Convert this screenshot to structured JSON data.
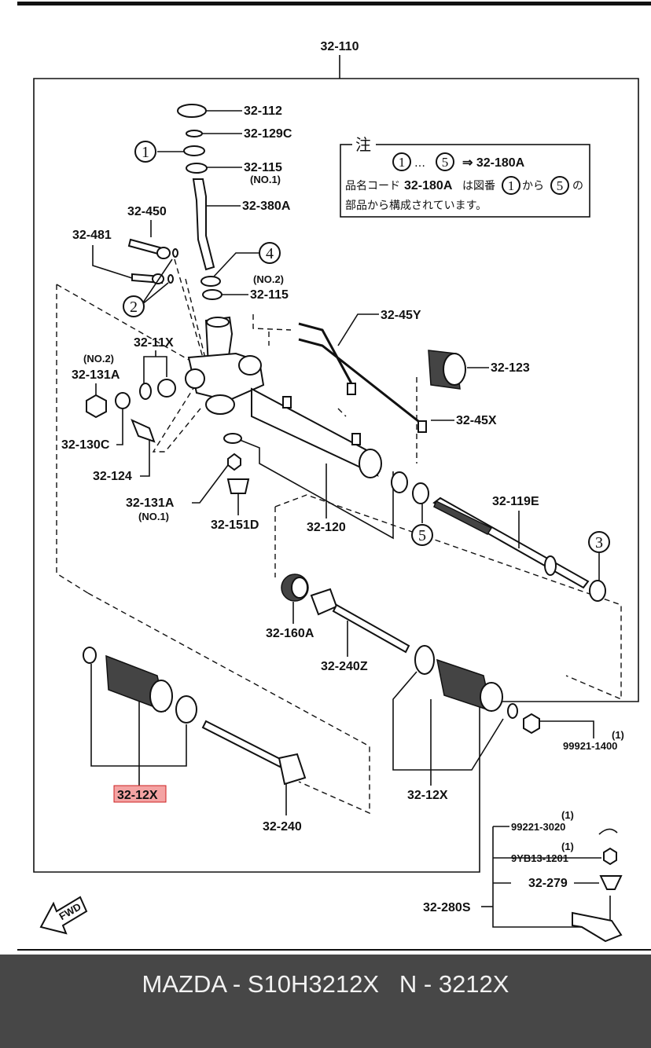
{
  "diagram": {
    "assembly_label": "32-110",
    "labels": {
      "p32_112": "32-112",
      "p32_129c": "32-129C",
      "p32_115a": "32-115",
      "p32_115a_sub": "(NO.1)",
      "p32_380a": "32-380A",
      "p32_450": "32-450",
      "p32_481": "32-481",
      "p32_115b_sub": "(NO.2)",
      "p32_115b": "32-115",
      "p32_45y": "32-45Y",
      "p32_11x": "32-11X",
      "p32_131a_top_sub": "(NO.2)",
      "p32_131a_top": "32-131A",
      "p32_123": "32-123",
      "p32_45x": "32-45X",
      "p32_130c": "32-130C",
      "p32_124": "32-124",
      "p32_131a_bot": "32-131A",
      "p32_131a_bot_sub": "(NO.1)",
      "p32_151d": "32-151D",
      "p32_120": "32-120",
      "p32_119e": "32-119E",
      "p32_160a": "32-160A",
      "p32_240z": "32-240Z",
      "p32_12x_left": "32-12X",
      "p32_240": "32-240",
      "p32_12x_right": "32-12X",
      "p99921_qty": "(1)",
      "p99921": "99921-1400",
      "p99221_qty": "(1)",
      "p99221": "99221-3020",
      "p9yb13_qty": "(1)",
      "p9yb13": "9YB13-1201",
      "p32_279": "32-279",
      "p32_280s": "32-280S"
    },
    "circled": {
      "c1_main": "1",
      "c2": "2",
      "c3": "3",
      "c4": "4",
      "c5_main": "5",
      "note_c1": "1",
      "note_c5": "5",
      "note_c1b": "1",
      "note_c5b": "5"
    },
    "note": {
      "heading": "注",
      "line1_mid": "…",
      "line1_arrow": "⇒ 32-180A",
      "line2_a": "品名コード",
      "line2_b": "32-180A",
      "line2_c": "は図番",
      "line2_d": "から",
      "line2_e": "の",
      "line3": "部品から構成されています。"
    },
    "fwd_label": "FWD",
    "highlight_color": "#f4a3a3"
  },
  "footer": {
    "text": "MAZDA - S10H3212X   N - 3212X"
  }
}
